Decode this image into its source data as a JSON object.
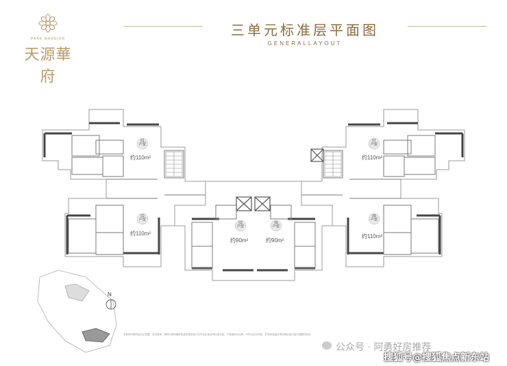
{
  "brand": {
    "en": "PARK MANSION",
    "cn": "天源華府"
  },
  "header": {
    "title_cn": "三单元标准层平面图",
    "title_en": "GENERALLAYOUT"
  },
  "units": [
    {
      "no": "01",
      "type": "户型",
      "area": "约110m²"
    },
    {
      "no": "02",
      "type": "户型",
      "area": "约110m²"
    },
    {
      "no": "03",
      "type": "户型",
      "area": "约90m²"
    },
    {
      "no": "06",
      "type": "户型",
      "area": "约90m²"
    },
    {
      "no": "07",
      "type": "户型",
      "area": "约110m²"
    },
    {
      "no": "08",
      "type": "户型",
      "area": "约110m²"
    }
  ],
  "compass": "N",
  "footnote": "本资料所载内容为示意图，仅供参考，具体以政府最终批准的规划设计文件及买卖合同约定为准。户型面积为约数，不作为交付标准，开发商保留对项目规划设计进行调整的权利。",
  "watermark": {
    "line1": "公众号 · 阿勇好房推荐",
    "line2": "搜狐号@搜狐焦点新东站"
  }
}
